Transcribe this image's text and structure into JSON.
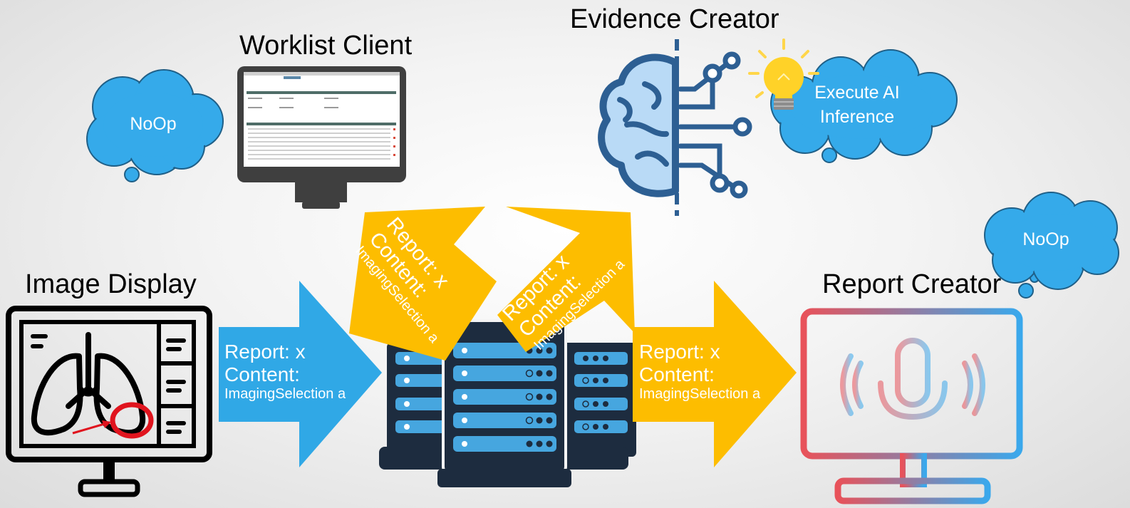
{
  "actors": {
    "worklist_client": "Worklist Client",
    "evidence_creator": "Evidence Creator",
    "image_display": "Image Display",
    "report_creator": "Report Creator"
  },
  "clouds": {
    "worklist_noop": "NoOp",
    "evidence_action": "Execute AI Inference",
    "report_noop": "NoOp"
  },
  "messages": {
    "report_line": "Report: x",
    "content_line": "Content:",
    "selection_line": "ImagingSelection a"
  },
  "colors": {
    "blue_arrow": "#30a8e6",
    "yellow_arrow": "#fdbd00",
    "cloud": "#35aaea",
    "server_dark": "#1d2c3f",
    "server_slot": "#46a6df"
  },
  "icons": {
    "worklist_client": "monitor-worklist-icon",
    "evidence_creator": "ai-brain-icon",
    "idea": "lightbulb-icon",
    "image_display": "lung-xray-monitor-icon",
    "hub": "server-rack-icon",
    "report_creator": "microphone-monitor-icon"
  }
}
